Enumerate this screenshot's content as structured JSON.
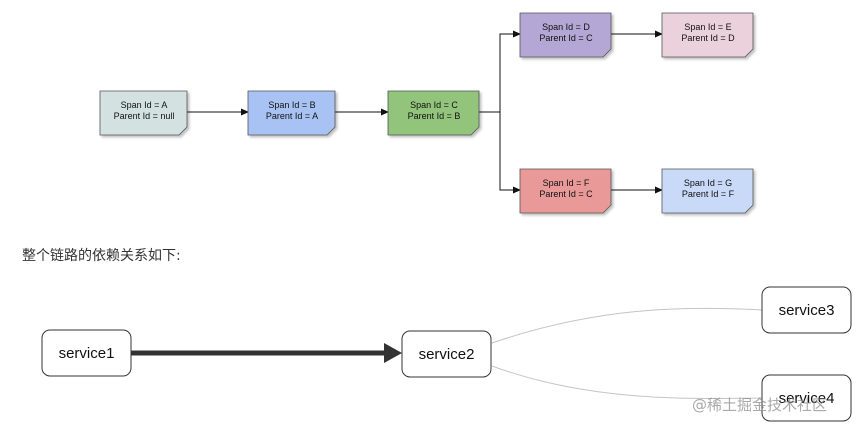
{
  "span_tree": {
    "spans": [
      {
        "id": "A",
        "line1": "Span Id = A",
        "line2": "Parent Id = null",
        "color": "#d3e2e1"
      },
      {
        "id": "B",
        "line1": "Span Id = B",
        "line2": "Parent Id = A",
        "color": "#a8c3f3"
      },
      {
        "id": "C",
        "line1": "Span Id = C",
        "line2": "Parent Id = B",
        "color": "#92c47b"
      },
      {
        "id": "D",
        "line1": "Span Id = D",
        "line2": "Parent Id = C",
        "color": "#b4a7d6"
      },
      {
        "id": "E",
        "line1": "Span Id = E",
        "line2": "Parent Id = D",
        "color": "#ead1dc"
      },
      {
        "id": "F",
        "line1": "Span Id = F",
        "line2": "Parent Id = C",
        "color": "#ea9999"
      },
      {
        "id": "G",
        "line1": "Span Id = G",
        "line2": "Parent Id = F",
        "color": "#c9daf8"
      }
    ],
    "edges": [
      [
        "A",
        "B"
      ],
      [
        "B",
        "C"
      ],
      [
        "C",
        "D"
      ],
      [
        "D",
        "E"
      ],
      [
        "C",
        "F"
      ],
      [
        "F",
        "G"
      ]
    ]
  },
  "caption": "整个链路的依赖关系如下:",
  "service_graph": {
    "nodes": [
      {
        "id": "service1",
        "label": "service1"
      },
      {
        "id": "service2",
        "label": "service2"
      },
      {
        "id": "service3",
        "label": "service3"
      },
      {
        "id": "service4",
        "label": "service4"
      }
    ],
    "edges": [
      {
        "from": "service1",
        "to": "service2",
        "weight": "heavy"
      },
      {
        "from": "service2",
        "to": "service3",
        "weight": "light"
      },
      {
        "from": "service2",
        "to": "service4",
        "weight": "light"
      }
    ]
  },
  "watermark": "@稀土掘金技术社区",
  "colors": {
    "note_border": "#555555",
    "arrow": "#111111",
    "heavy_edge": "#333333",
    "light_edge": "#c4c4c4"
  }
}
